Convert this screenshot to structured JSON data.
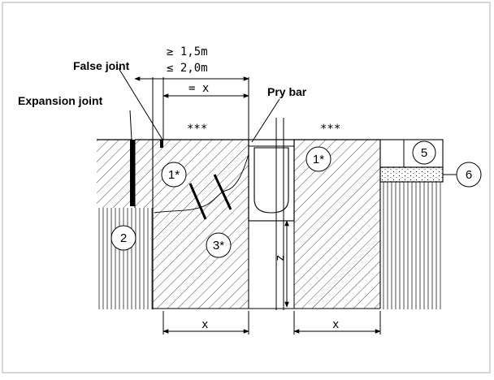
{
  "labels": {
    "false_joint": "False joint",
    "expansion_joint": "Expansion joint",
    "pry_bar": "Pry bar",
    "min_spacing": "≥ 1,5m",
    "max_spacing": "≤ 2,0m",
    "top_dim": "= x",
    "stars_left": "***",
    "stars_right": "***",
    "bottom_dim_left": "x",
    "bottom_dim_right": "x",
    "depth_dim": "z"
  },
  "markers": {
    "m1_left": "1*",
    "m1_right": "1*",
    "m2": "2",
    "m3": "3*",
    "m5": "5",
    "m6": "6"
  },
  "colors": {
    "line": "#000000",
    "frame": "#b0b0b0",
    "background": "#ffffff"
  }
}
